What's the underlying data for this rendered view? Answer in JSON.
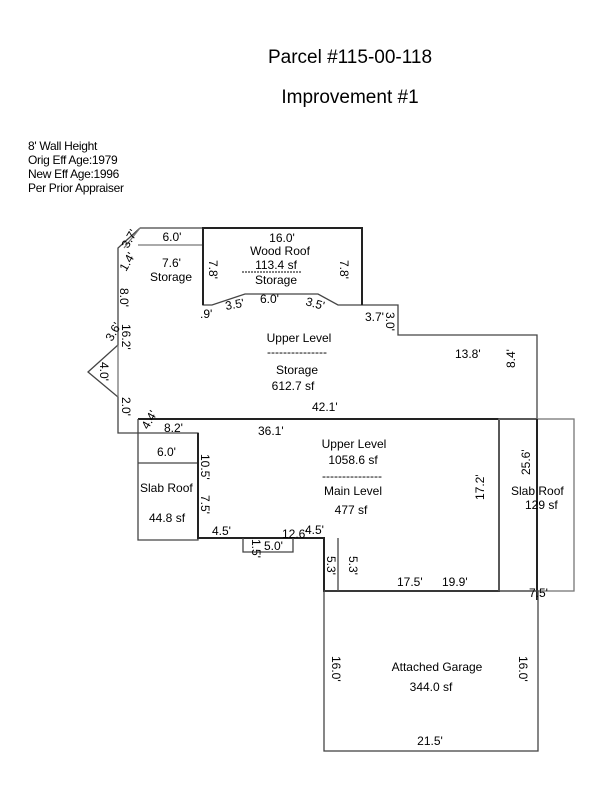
{
  "header": {
    "parcel": "Parcel #115-00-118",
    "improvement": "Improvement #1"
  },
  "notes": [
    "8' Wall Height",
    "Orig Eff Age:1979",
    "New Eff Age:1996",
    "Per Prior Appraiser"
  ],
  "areas": {
    "storage_small": {
      "dim": "7.6'",
      "name": "Storage"
    },
    "wood_roof": {
      "top_dim": "16.0'",
      "name": "Wood Roof",
      "area": "113.4 sf",
      "divider": "-----------",
      "sub": "Storage"
    },
    "upper_storage": {
      "name": "Upper Level",
      "divider": "---------------",
      "sub": "Storage",
      "area": "612.7 sf"
    },
    "upper_main": {
      "name": "Upper Level",
      "area": "1058.6 sf",
      "divider": "---------------",
      "sub": "Main Level",
      "sub_area": "477 sf"
    },
    "slab_roof_left": {
      "name": "Slab Roof",
      "area": "44.8 sf"
    },
    "slab_roof_right": {
      "name": "Slab Roof",
      "area": "129 sf"
    },
    "garage": {
      "name": "Attached Garage",
      "area": "344.0 sf"
    }
  },
  "dimensions": {
    "top_6": "6.0'",
    "diag_3_7": "3.7'",
    "diag_1_4": "1.4'",
    "left_8": "8.0'",
    "wr_left_7_8": "7.8'",
    "wr_right_7_8": "7.8'",
    "d_0_9": ".9'",
    "d_3_5a": "3.5'",
    "d_6_0b": "6.0'",
    "d_3_5b": "3.5'",
    "d_3_7b": "3.7'",
    "d_3_0": "3.0'",
    "d_16_2": "16.2'",
    "d_3_6": "3.6'",
    "d_4_0": "4.0'",
    "d_2_0": "2.0'",
    "d_13_8": "13.8'",
    "d_8_4": "8.4'",
    "d_42_1": "42.1'",
    "d_8_2": "8.2'",
    "d_36_1": "36.1'",
    "d_4_4": "4.4'",
    "d_6_0c": "6.0'",
    "d_10_5": "10.5'",
    "d_7_5": "7.5'",
    "d_4_5a": "4.5'",
    "d_1_5": "1.5'",
    "d_5_0": "5.0'",
    "d_12_6": "12.6'",
    "d_4_5b": "4.5'",
    "d_5_3a": "5.3'",
    "d_5_3b": "5.3'",
    "d_17_2": "17.2'",
    "d_25_6": "25.6'",
    "d_17_5": "17.5'",
    "d_19_9": "19.9'",
    "d_7_5b": "7.5'",
    "g_16_left": "16.0'",
    "g_16_right": "16.0'",
    "g_21_5": "21.5'"
  }
}
